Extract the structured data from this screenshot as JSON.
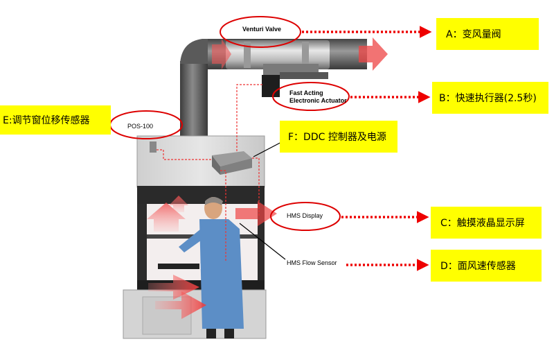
{
  "callouts": {
    "a": "A：变风量阀",
    "b": "B：快速执行器(2.5秒)",
    "c": "C：触摸液晶显示屏",
    "d": "D：面风速传感器",
    "e": "E:调节窗位移传感器",
    "f": "F：DDC 控制器及电源"
  },
  "equipment_labels": {
    "venturi_valve": "Venturi Valve",
    "actuator_line1": "Fast Acting",
    "actuator_line2": "Electronic Actuator",
    "pos": "POS-100",
    "hms_display": "HMS Display",
    "hms_flow": "HMS Flow Sensor"
  },
  "colors": {
    "callout_bg": "#ffff00",
    "ellipse": "#dd0000",
    "arrow": "#ee0000"
  }
}
